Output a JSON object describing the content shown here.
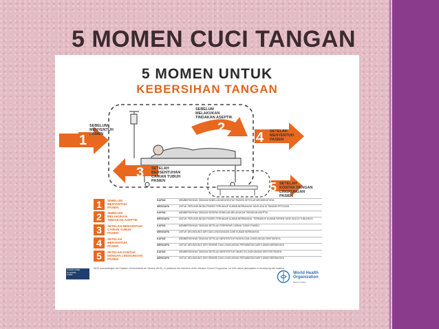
{
  "slide": {
    "title": "5 MOMEN CUCI TANGAN"
  },
  "poster": {
    "title_line1": "5 MOMEN UNTUK",
    "title_line2": "KEBERSIHAN TANGAN",
    "moments": [
      {
        "number": "1",
        "label": "SEBELUM\nMENYENTUH\nPASIEN"
      },
      {
        "number": "2",
        "label": "SEBELUM\nMELAKUKAN\nTINDAKAN ASEPTIK"
      },
      {
        "number": "3",
        "label": "SETELAH\nBERSENTUHAN\nCAIRAN TUBUH\nPASIEN"
      },
      {
        "number": "4",
        "label": "SETELAH\nMENYENTUH\nPASIEN"
      },
      {
        "number": "5",
        "label": "SETELAH\nKONTAK DENGAN\nLINGKUNGAN\nPASIEN"
      }
    ],
    "table": [
      {
        "number": "1",
        "name": "SEBELUM\nMENYENTUH\nPASIEN",
        "rows": [
          {
            "when": "KAPAN",
            "text": "MEMBERSIHKAN TANGAN SEBELUM MENYENTUH PASIEN SETELAH MENDEKATINYA"
          },
          {
            "when": "MENGAPA",
            "text": "UNTUK PERLINDUNGAN PASIEN TERHADAP KUMAN BERBAHAYA YANG ADA DI TANGAN PETUGAS"
          }
        ]
      },
      {
        "number": "2",
        "name": "SEBELUM\nMELAKUKAN\nTINDAKAN ASEPTIK",
        "rows": [
          {
            "when": "KAPAN",
            "text": "MEMBERSIHKAN TANGAN SEGERA SEBELUM MELAKUKAN TINDAKAN ASEPTIK"
          },
          {
            "when": "MENGAPA",
            "text": "UNTUK PERLINDUNGAN PASIEN TERHADAP KUMAN BERBAHAYA, TERMASUK KUMAN PASIEN YANG ADA DI TUBUHNYA"
          }
        ]
      },
      {
        "number": "3",
        "name": "SETELAH MENYENTUH\nCAIRAN TUBUH\nPASIEN",
        "rows": [
          {
            "when": "KAPAN",
            "text": "MEMBERSIHKAN TANGAN SETELAH TERPAPAR CAIRAN TUBUH PASIEN"
          },
          {
            "when": "MENGAPA",
            "text": "UNTUK MELINDUNGI DIRI DAN LINGKUNGAN DARI KUMAN BERBAHAYA"
          }
        ]
      },
      {
        "number": "4",
        "name": "SETELAH\nMENYENTUH\nPASIEN",
        "rows": [
          {
            "when": "KAPAN",
            "text": "MEMBERSIHKAN TANGAN SETELAH MENYENTUH PASIEN DAN LINGKUNGAN SEKITARNYA"
          },
          {
            "when": "MENGAPA",
            "text": "UNTUK MELINDUNGI DIRI SENDIRI DAN LINGKUNGAN PERAWATAN DARI KUMAN BERBAHAYA"
          }
        ]
      },
      {
        "number": "5",
        "name": "SETELAH KONTAK\nDENGAN LINGKUNGAN\nPASIEN",
        "rows": [
          {
            "when": "KAPAN",
            "text": "MEMBERSIHKAN TANGAN SETELAH MENYENTUH OBJEK DI LINGKUNGAN SEKITAR PASIEN"
          },
          {
            "when": "MENGAPA",
            "text": "UNTUK MELINDUNGI DIRI SENDIRI DAN LINGKUNGAN PERAWATAN DARI KUMAN BERBAHAYA"
          }
        ]
      }
    ],
    "footnote": "WHO acknowledges the Hôpitaux Universitaires de Genève (HUG), in particular the members of the Infection Control Programme, for their active participation in developing this material.",
    "left_logo_text": "CLEAN CARE\nIS SAFER\nCARE",
    "who_name": "World Health\nOrganization",
    "who_sub": "Patient Safety"
  }
}
